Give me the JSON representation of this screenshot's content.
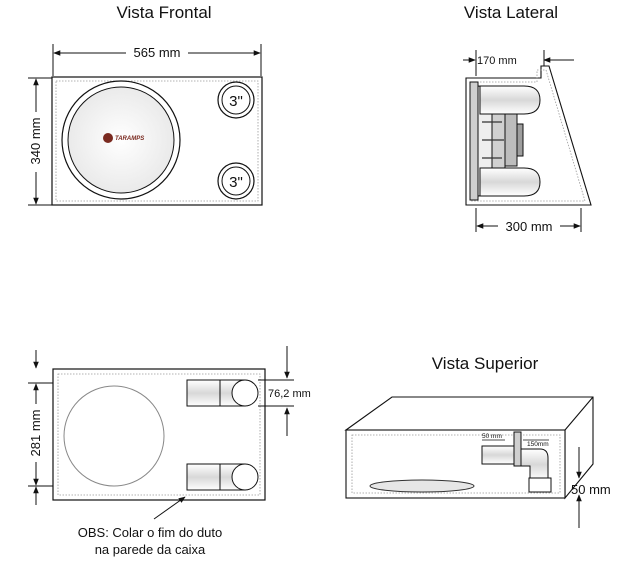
{
  "views": {
    "front": {
      "title": "Vista Frontal",
      "width_label": "565 mm",
      "height_label": "340 mm",
      "port_top": "3\"",
      "port_bottom": "3\"",
      "brand": "TARAMPS"
    },
    "side": {
      "title": "Vista Lateral",
      "top_label": "170 mm",
      "bottom_label": "300 mm"
    },
    "bottom_left": {
      "height_label": "281 mm",
      "duct_label": "76,2 mm",
      "note_line1": "OBS: Colar o fim do duto",
      "note_line2": "na parede da caixa"
    },
    "top": {
      "title": "Vista Superior",
      "small_label_a": "50 mm",
      "small_label_b": "150mm",
      "side_label": "50 mm"
    }
  },
  "colors": {
    "line": "#111111",
    "shade": "#d9d9d9",
    "brand": "#7a2a20"
  }
}
